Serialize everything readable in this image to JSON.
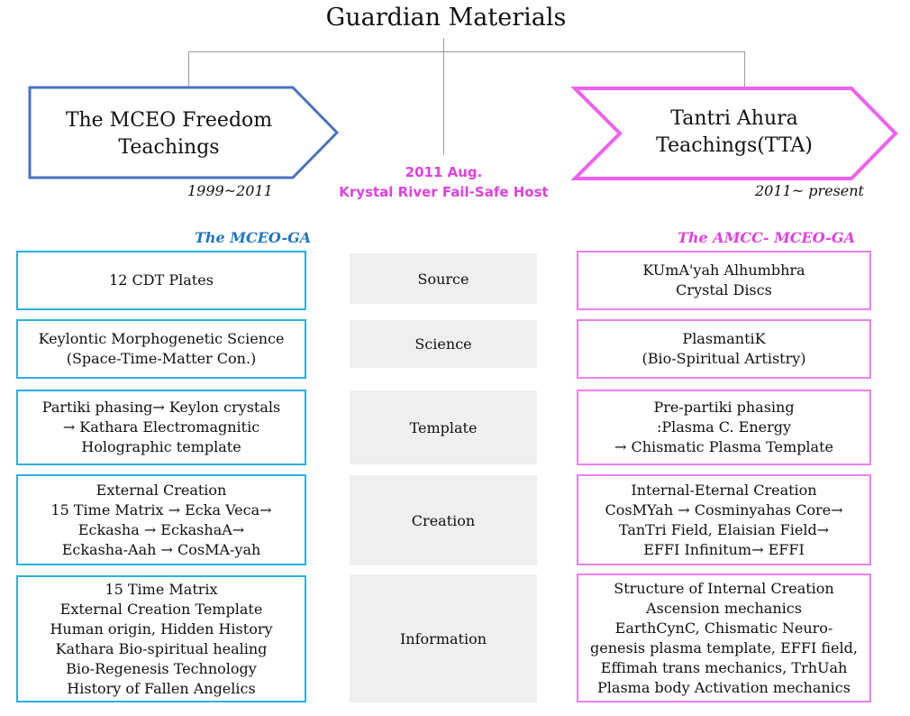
{
  "title": "Guardian Materials",
  "left_header": {
    "lines": [
      "The MCEO Freedom",
      "Teachings"
    ],
    "years": "1999~2011",
    "org": "The MCEO-GA",
    "color": "#4a72c0"
  },
  "right_header": {
    "lines": [
      "Tantri Ahura",
      "Teachings(TTA)"
    ],
    "years": "2011~ present",
    "org": "The AMCC- MCEO-GA",
    "color": "#f060f0"
  },
  "center_note": {
    "line1": "2011 Aug.",
    "line2": "Krystal River Fail-Safe Host"
  },
  "rows": [
    {
      "category": "Source",
      "left": [
        "12 CDT Plates"
      ],
      "right": [
        "KUmA'yah Alhumbhra",
        "Crystal Discs"
      ]
    },
    {
      "category": "Science",
      "left": [
        "Keylontic Morphogenetic Science",
        "(Space-Time-Matter Con.)"
      ],
      "right": [
        "PlasmantiK",
        "(Bio-Spiritual Artistry)"
      ]
    },
    {
      "category": "Template",
      "left": [
        "Partiki phasing→ Keylon crystals",
        "→ Kathara Electromagnitic",
        "Holographic template"
      ],
      "right": [
        "Pre-partiki phasing",
        ":Plasma C. Energy",
        "→ Chismatic Plasma Template"
      ]
    },
    {
      "category": "Creation",
      "left": [
        "External Creation",
        "15 Time Matrix → Ecka Veca→",
        "Eckasha → EckashaA→",
        "Eckasha-Aah → CosMA-yah"
      ],
      "right": [
        "Internal-Eternal Creation",
        "CosMYah → Cosminyahas Core→",
        "TanTri Field, Elaisian Field→",
        "EFFI Infinitum→ EFFI"
      ]
    },
    {
      "category": "Information",
      "left": [
        "15 Time Matrix",
        "External Creation Template",
        "Human origin, Hidden History",
        "Kathara Bio-spiritual healing",
        "Bio-Regenesis Technology",
        "History of Fallen Angelics"
      ],
      "right": [
        "Structure of Internal Creation",
        "Ascension mechanics",
        "EarthCynC, Chismatic Neuro-",
        "genesis plasma template, EFFI field,",
        "Effimah trans mechanics, TrhUah",
        "Plasma body Activation mechanics"
      ]
    }
  ]
}
